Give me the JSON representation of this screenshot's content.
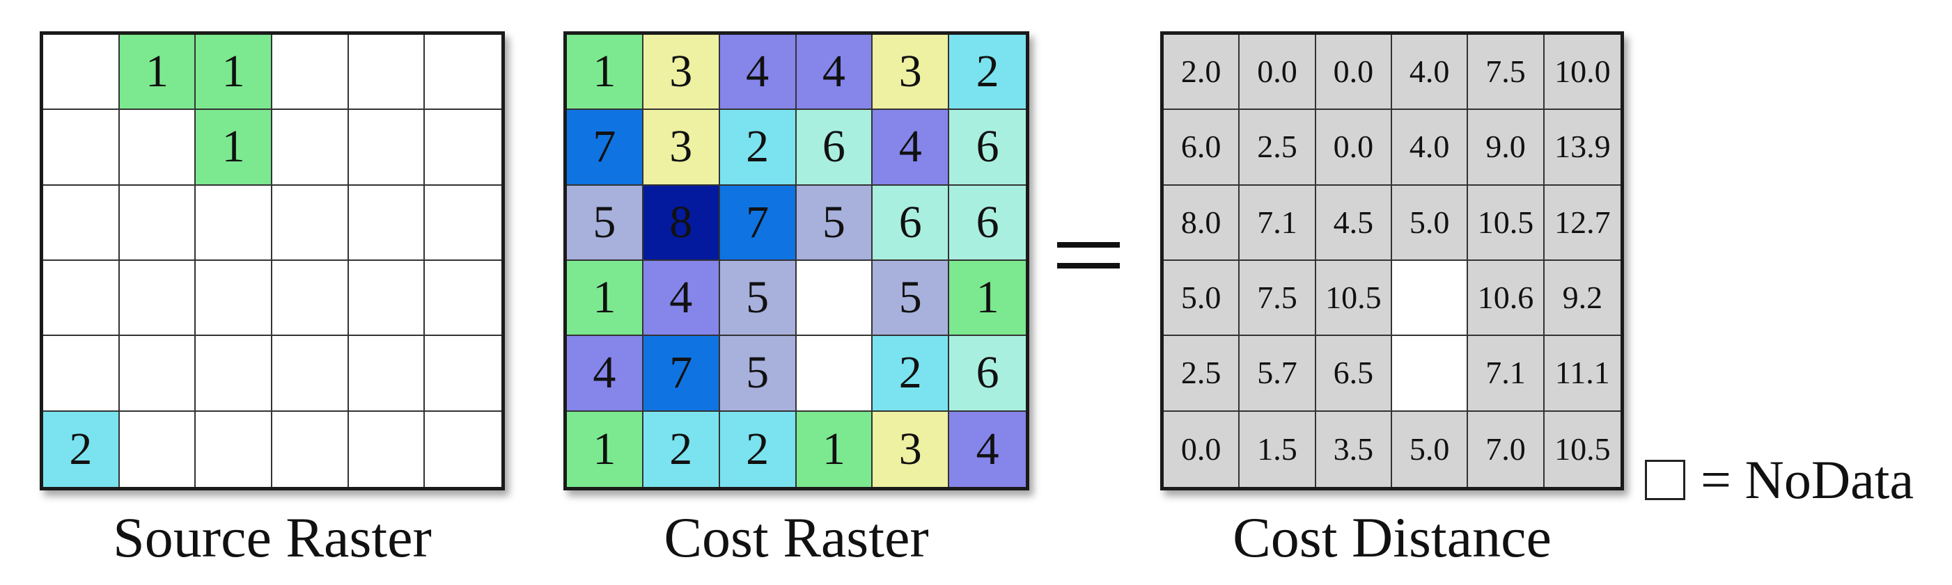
{
  "source_raster": {
    "caption": "Source Raster",
    "cells": [
      [
        "",
        "1",
        "1",
        "",
        "",
        ""
      ],
      [
        "",
        "",
        "1",
        "",
        "",
        ""
      ],
      [
        "",
        "",
        "",
        "",
        "",
        ""
      ],
      [
        "",
        "",
        "",
        "",
        "",
        ""
      ],
      [
        "",
        "",
        "",
        "",
        "",
        ""
      ],
      [
        "2",
        "",
        "",
        "",
        "",
        ""
      ]
    ],
    "colors": [
      [
        "#ffffff",
        "#7ce88f",
        "#7ce88f",
        "#ffffff",
        "#ffffff",
        "#ffffff"
      ],
      [
        "#ffffff",
        "#ffffff",
        "#7ce88f",
        "#ffffff",
        "#ffffff",
        "#ffffff"
      ],
      [
        "#ffffff",
        "#ffffff",
        "#ffffff",
        "#ffffff",
        "#ffffff",
        "#ffffff"
      ],
      [
        "#ffffff",
        "#ffffff",
        "#ffffff",
        "#ffffff",
        "#ffffff",
        "#ffffff"
      ],
      [
        "#ffffff",
        "#ffffff",
        "#ffffff",
        "#ffffff",
        "#ffffff",
        "#ffffff"
      ],
      [
        "#7ae3ef",
        "#ffffff",
        "#ffffff",
        "#ffffff",
        "#ffffff",
        "#ffffff"
      ]
    ]
  },
  "cost_raster": {
    "caption": "Cost Raster",
    "cells": [
      [
        "1",
        "3",
        "4",
        "4",
        "3",
        "2"
      ],
      [
        "7",
        "3",
        "2",
        "6",
        "4",
        "6"
      ],
      [
        "5",
        "8",
        "7",
        "5",
        "6",
        "6"
      ],
      [
        "1",
        "4",
        "5",
        "",
        "5",
        "1"
      ],
      [
        "4",
        "7",
        "5",
        "",
        "2",
        "6"
      ],
      [
        "1",
        "2",
        "2",
        "1",
        "3",
        "4"
      ]
    ],
    "colors": [
      [
        "#7ce88f",
        "#eef0a2",
        "#8585ea",
        "#8585ea",
        "#eef0a2",
        "#7ae3ef"
      ],
      [
        "#0f74e2",
        "#eef0a2",
        "#7ae3ef",
        "#a9efdf",
        "#8585ea",
        "#a9efdf"
      ],
      [
        "#a8b0dc",
        "#031a9e",
        "#0f74e2",
        "#a8b0dc",
        "#a9efdf",
        "#a9efdf"
      ],
      [
        "#7ce88f",
        "#8585ea",
        "#a8b0dc",
        "#ffffff",
        "#a8b0dc",
        "#7ce88f"
      ],
      [
        "#8585ea",
        "#0f74e2",
        "#a8b0dc",
        "#ffffff",
        "#7ae3ef",
        "#a9efdf"
      ],
      [
        "#7ce88f",
        "#7ae3ef",
        "#7ae3ef",
        "#7ce88f",
        "#eef0a2",
        "#8585ea"
      ]
    ]
  },
  "equals_sign": "=",
  "cost_distance": {
    "caption": "Cost Distance",
    "cells": [
      [
        "2.0",
        "0.0",
        "0.0",
        "4.0",
        "7.5",
        "10.0"
      ],
      [
        "6.0",
        "2.5",
        "0.0",
        "4.0",
        "9.0",
        "13.9"
      ],
      [
        "8.0",
        "7.1",
        "4.5",
        "5.0",
        "10.5",
        "12.7"
      ],
      [
        "5.0",
        "7.5",
        "10.5",
        "",
        "10.6",
        "9.2"
      ],
      [
        "2.5",
        "5.7",
        "6.5",
        "",
        "7.1",
        "11.1"
      ],
      [
        "0.0",
        "1.5",
        "3.5",
        "5.0",
        "7.0",
        "10.5"
      ]
    ],
    "fill_color": "#d4d4d4",
    "nodata_color": "#ffffff"
  },
  "legend": {
    "label": "= NoData"
  }
}
